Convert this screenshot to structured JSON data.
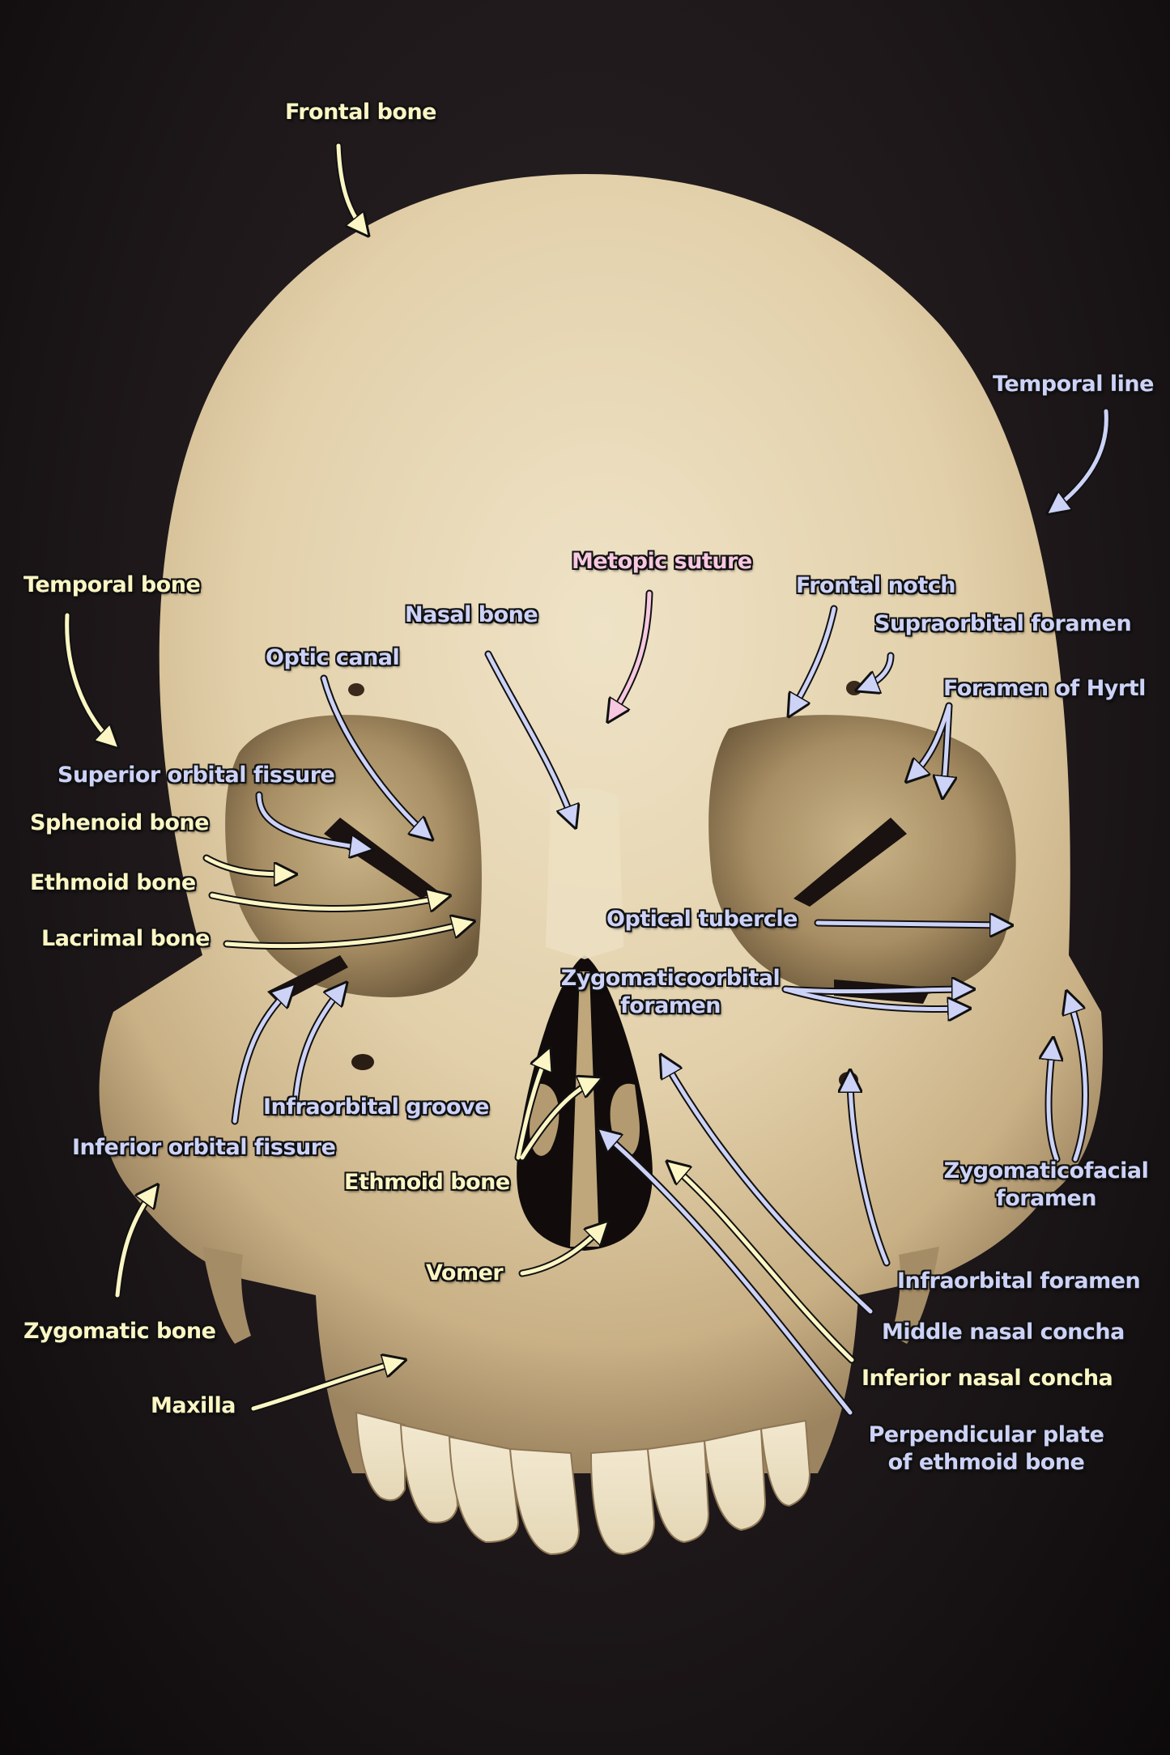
{
  "figure": {
    "subject": "Anterior view of human skull",
    "colors": {
      "bone_label": "#fbf6c4",
      "feature_label": "#cdd2f7",
      "suture_label": "#f7c8e0",
      "background": "#1c1719",
      "bone": "#e7d7b4"
    }
  },
  "labels": {
    "frontal_bone": "Frontal bone",
    "temporal_line": "Temporal line",
    "temporal_bone": "Temporal bone",
    "metopic_suture": "Metopic suture",
    "frontal_notch": "Frontal notch",
    "nasal_bone": "Nasal bone",
    "supraorbital_foramen": "Supraorbital foramen",
    "optic_canal": "Optic canal",
    "foramen_of_hyrtl": "Foramen of Hyrtl",
    "superior_orbital_fissure": "Superior orbital fissure",
    "sphenoid_bone": "Sphenoid bone",
    "ethmoid_bone_orbit": "Ethmoid bone",
    "lacrimal_bone": "Lacrimal bone",
    "optical_tubercle": "Optical tubercle",
    "zygomaticoorbital_foramen_1": "Zygomaticoorbital",
    "zygomaticoorbital_foramen_2": "foramen",
    "infraorbital_groove": "Infraorbital groove",
    "inferior_orbital_fissure": "Inferior orbital fissure",
    "ethmoid_bone_nasal": "Ethmoid bone",
    "zygomaticofacial_foramen_1": "Zygomaticofacial",
    "zygomaticofacial_foramen_2": "foramen",
    "vomer": "Vomer",
    "infraorbital_foramen": "Infraorbital foramen",
    "zygomatic_bone": "Zygomatic bone",
    "middle_nasal_concha": "Middle nasal concha",
    "maxilla": "Maxilla",
    "inferior_nasal_concha": "Inferior nasal concha",
    "perpendicular_plate_1": "Perpendicular plate",
    "perpendicular_plate_2": "of ethmoid bone"
  }
}
